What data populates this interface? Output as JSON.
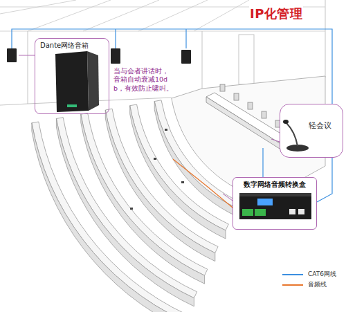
{
  "diagram": {
    "title": "IP化管理",
    "nodes": [
      {
        "text": [
          "Dante网络音箱"
        ]
      },
      {
        "text": [
          "轻会议"
        ]
      },
      {
        "text": [
          "数字网络音频转换盒"
        ]
      }
    ],
    "labels": [
      "当与会者讲话时，音箱自动衰减10db，有效防止啸叫。"
    ],
    "legend": [
      {
        "text": "CAT6网线"
      },
      {
        "text": "音频线"
      }
    ]
  }
}
